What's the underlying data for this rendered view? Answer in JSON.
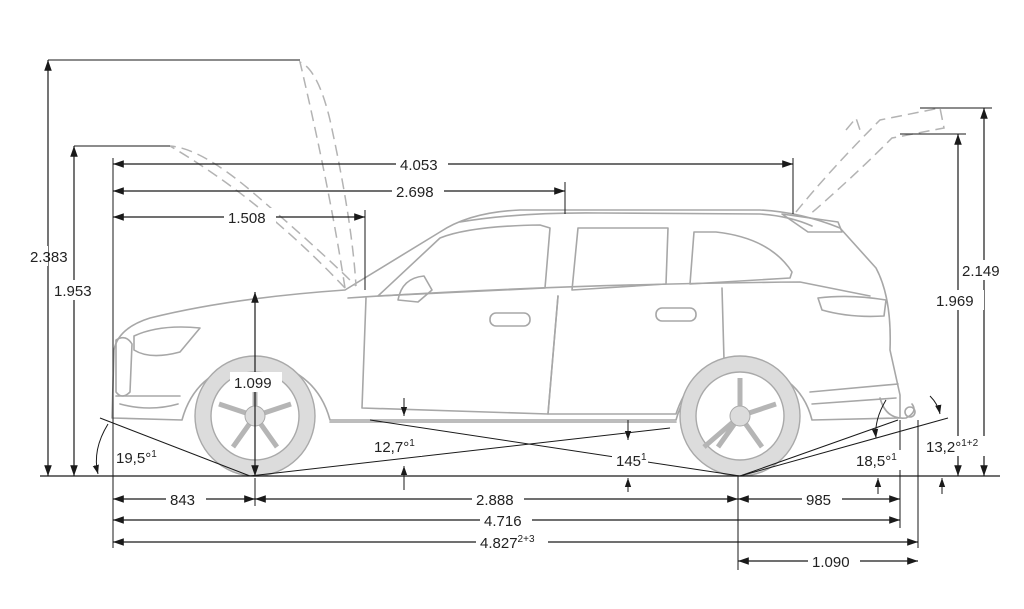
{
  "dimensions": {
    "height_hood_open": "2.383",
    "height": "1.953",
    "front_to_hood_hinge": "1.508",
    "front_to_b_pillar": "2.698",
    "front_to_tailgate": "4.053",
    "ground_to_hood": "1.099",
    "tailgate_open_height": "2.149",
    "height_rear": "1.969",
    "front_overhang": "843",
    "wheelbase": "2.888",
    "rear_overhang": "985",
    "length": "4.716",
    "length_with_hitch": "4.827",
    "length_with_hitch_note": "2+3",
    "rear_axle_to_hitch": "1.090",
    "approach_angle": "19,5°",
    "approach_angle_note": "1",
    "ramp_angle": "12,7°",
    "ramp_angle_note": "1",
    "ground_clearance": "145",
    "ground_clearance_note": "1",
    "departure_angle": "18,5°",
    "departure_angle_note": "1",
    "departure_angle_hitch": "13,2°",
    "departure_angle_hitch_note": "1+2"
  },
  "colors": {
    "dimension_lines": "#1a1a1a",
    "vehicle_outline": "#a7a7a7",
    "vehicle_fill": "#dcdcdc"
  }
}
